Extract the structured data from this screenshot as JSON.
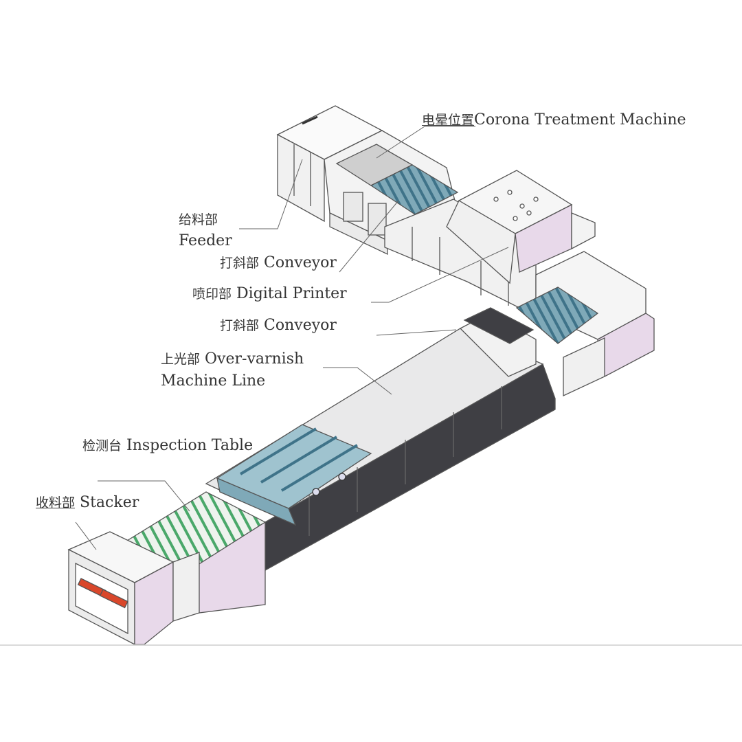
{
  "labels": {
    "corona": {
      "cn": "电晕位置",
      "en": "Corona Treatment Machine"
    },
    "feeder": {
      "cn": "给料部",
      "en": "Feeder"
    },
    "conveyor1": {
      "cn": "打斜部",
      "en": "Conveyor"
    },
    "printer": {
      "cn": "喷印部",
      "en": "Digital Printer"
    },
    "conveyor2": {
      "cn": "打斜部",
      "en": "Conveyor"
    },
    "varnish": {
      "cn": "上光部",
      "en_line1": "Over-varnish",
      "en_line2": "Machine Line"
    },
    "inspection": {
      "cn": "检测台",
      "en": "Inspection Table"
    },
    "stacker": {
      "cn": "收料部",
      "en": "Stacker"
    }
  },
  "colors": {
    "lilac": "#e8d9ea",
    "cabinet": "#f4f4f4",
    "outline": "#555555",
    "dark_base": "#3f3f44",
    "rollers": "#4aa86a",
    "conveyor_blue": "#6e9db0",
    "inspection_hood": "#9fc3cf",
    "accent_red": "#d9472b"
  }
}
